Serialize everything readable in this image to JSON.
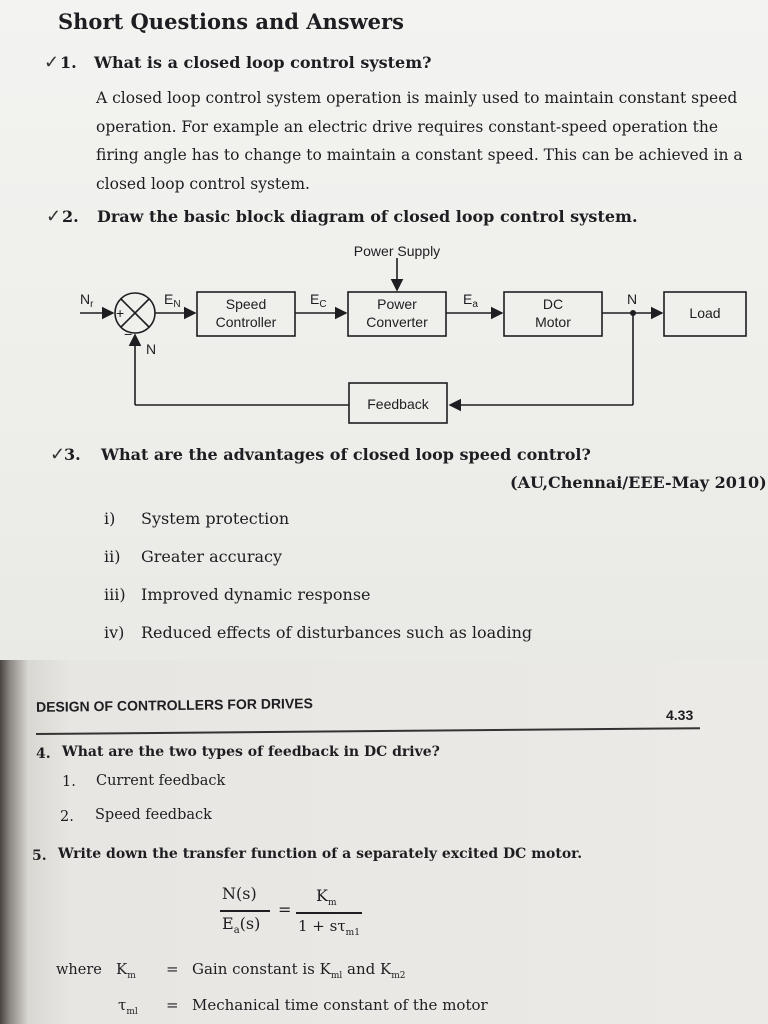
{
  "section_title": "Short Questions and Answers",
  "q1": {
    "number": "1.",
    "question": "What is a closed loop control system?",
    "answer": "A closed loop control system operation is mainly used to maintain constant speed operation. For example an electric drive requires constant-speed operation the firing angle has to change to maintain a constant speed.  This can be achieved in a closed loop control system."
  },
  "q2": {
    "number": "2.",
    "question": "Draw the basic block diagram of closed loop control system.",
    "diagram": {
      "power_supply": "Power Supply",
      "input": "N",
      "input_sub": "r",
      "summer_plus": "+",
      "summer_minus": "−",
      "en": "E",
      "en_sub": "N",
      "speed_controller": [
        "Speed",
        "Controller"
      ],
      "ec": "E",
      "ec_sub": "C",
      "power_converter": [
        "Power",
        "Converter"
      ],
      "ea": "E",
      "ea_sub": "a",
      "dc_motor": [
        "DC",
        "Motor"
      ],
      "n_out": "N",
      "load": "Load",
      "n_feedback": "N",
      "feedback": "Feedback"
    }
  },
  "q3": {
    "number": "3.",
    "question": "What are the advantages of closed loop speed control?",
    "source": "(AU,Chennai/EEE-May 2010)",
    "items": [
      {
        "num": "i)",
        "text": "System protection"
      },
      {
        "num": "ii)",
        "text": "Greater accuracy"
      },
      {
        "num": "iii)",
        "text": "Improved dynamic response"
      },
      {
        "num": "iv)",
        "text": "Reduced effects of disturbances such as loading"
      }
    ]
  },
  "header": {
    "title": "DESIGN OF CONTROLLERS FOR DRIVES",
    "page": "4.33"
  },
  "q4": {
    "number": "4.",
    "question": "What are the two types of feedback in DC drive?",
    "items": [
      {
        "num": "1.",
        "text": "Current feedback"
      },
      {
        "num": "2.",
        "text": "Speed feedback"
      }
    ]
  },
  "q5": {
    "number": "5.",
    "question": "Write down the transfer function of a separately excited DC motor.",
    "formula": {
      "num_left": "N(s)",
      "den_left": "E",
      "den_left_sub": "a",
      "den_left_tail": "(s)",
      "equals": "=",
      "num_right": "K",
      "num_right_sub": "m",
      "den_right": "1 + sτ",
      "den_right_sub": "m1"
    },
    "where": "where",
    "defs": [
      {
        "sym": "K",
        "sub": "m",
        "eq": "=",
        "text": "Gain constant is K",
        "t_sub1": "ml",
        "mid": " and K",
        "t_sub2": "m2"
      },
      {
        "sym": "τ",
        "sub": "ml",
        "eq": "=",
        "text": "Mechanical time constant of the motor"
      }
    ]
  }
}
